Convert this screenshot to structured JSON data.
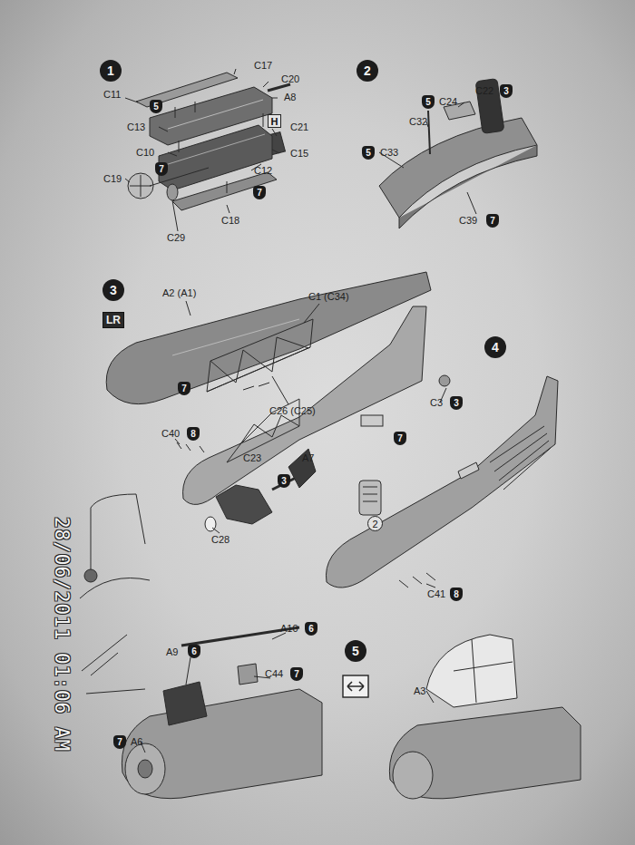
{
  "diagram": {
    "nodes": [
      {
        "text": [
          "1"
        ]
      },
      {
        "text": [
          "5"
        ]
      },
      {
        "text": [
          "7"
        ]
      },
      {
        "text": [
          "7"
        ]
      },
      {
        "text": [
          "H"
        ]
      },
      {
        "text": [
          "2"
        ]
      },
      {
        "text": [
          "5"
        ]
      },
      {
        "text": [
          "3"
        ]
      },
      {
        "text": [
          "5"
        ]
      },
      {
        "text": [
          "7"
        ]
      },
      {
        "text": [
          "3"
        ]
      },
      {
        "text": [
          "LR"
        ]
      },
      {
        "text": [
          "7"
        ]
      },
      {
        "text": [
          "4"
        ]
      },
      {
        "text": [
          "3"
        ]
      },
      {
        "text": [
          "8"
        ]
      },
      {
        "text": [
          "7"
        ]
      },
      {
        "text": [
          "3"
        ]
      },
      {
        "text": [
          "2"
        ]
      },
      {
        "text": [
          "8"
        ]
      },
      {
        "text": [
          "5"
        ]
      },
      {
        "text": [
          "6"
        ]
      },
      {
        "text": [
          "6"
        ]
      },
      {
        "text": [
          "7"
        ]
      },
      {
        "text": [
          "7"
        ]
      }
    ],
    "labels": [
      "C11",
      "C17",
      "C20",
      "A8",
      "C13",
      "C21",
      "C10",
      "C15",
      "C19",
      "C12",
      "C18",
      "C29",
      "C24",
      "C22",
      "C32",
      "C33",
      "C39",
      "A2 (A1)",
      "C1 (C34)",
      "C26 (C25)",
      "C3",
      "C40",
      "C23",
      "A7",
      "C28",
      "C41",
      "A10",
      "A9",
      "C44",
      "A6",
      "A3",
      "28/06/2011 01:06 AM"
    ]
  }
}
